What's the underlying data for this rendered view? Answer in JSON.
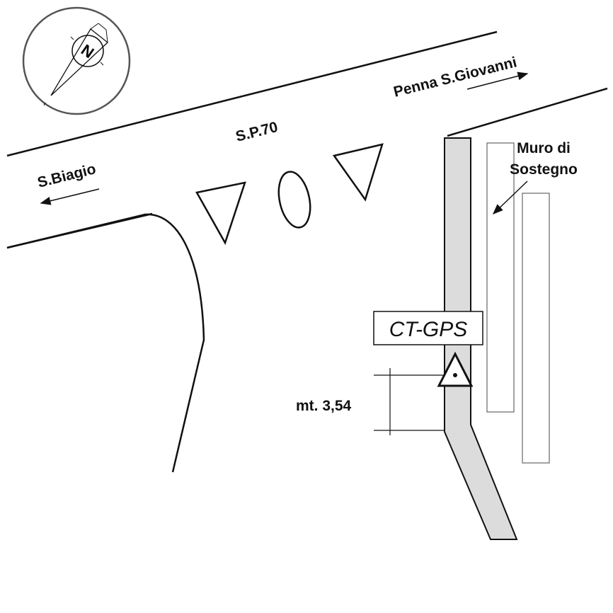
{
  "labels": {
    "road": "S.P.70",
    "west_direction": "S.Biagio",
    "east_direction": "Penna S.Giovanni",
    "wall_line1": "Muro di",
    "wall_line2": "Sostegno",
    "station": "CT-GPS",
    "distance": "mt. 3,54",
    "compass_letter": "N"
  },
  "colors": {
    "strip": "#dcdcdc",
    "ink": "#111111",
    "wall": "#666666"
  }
}
